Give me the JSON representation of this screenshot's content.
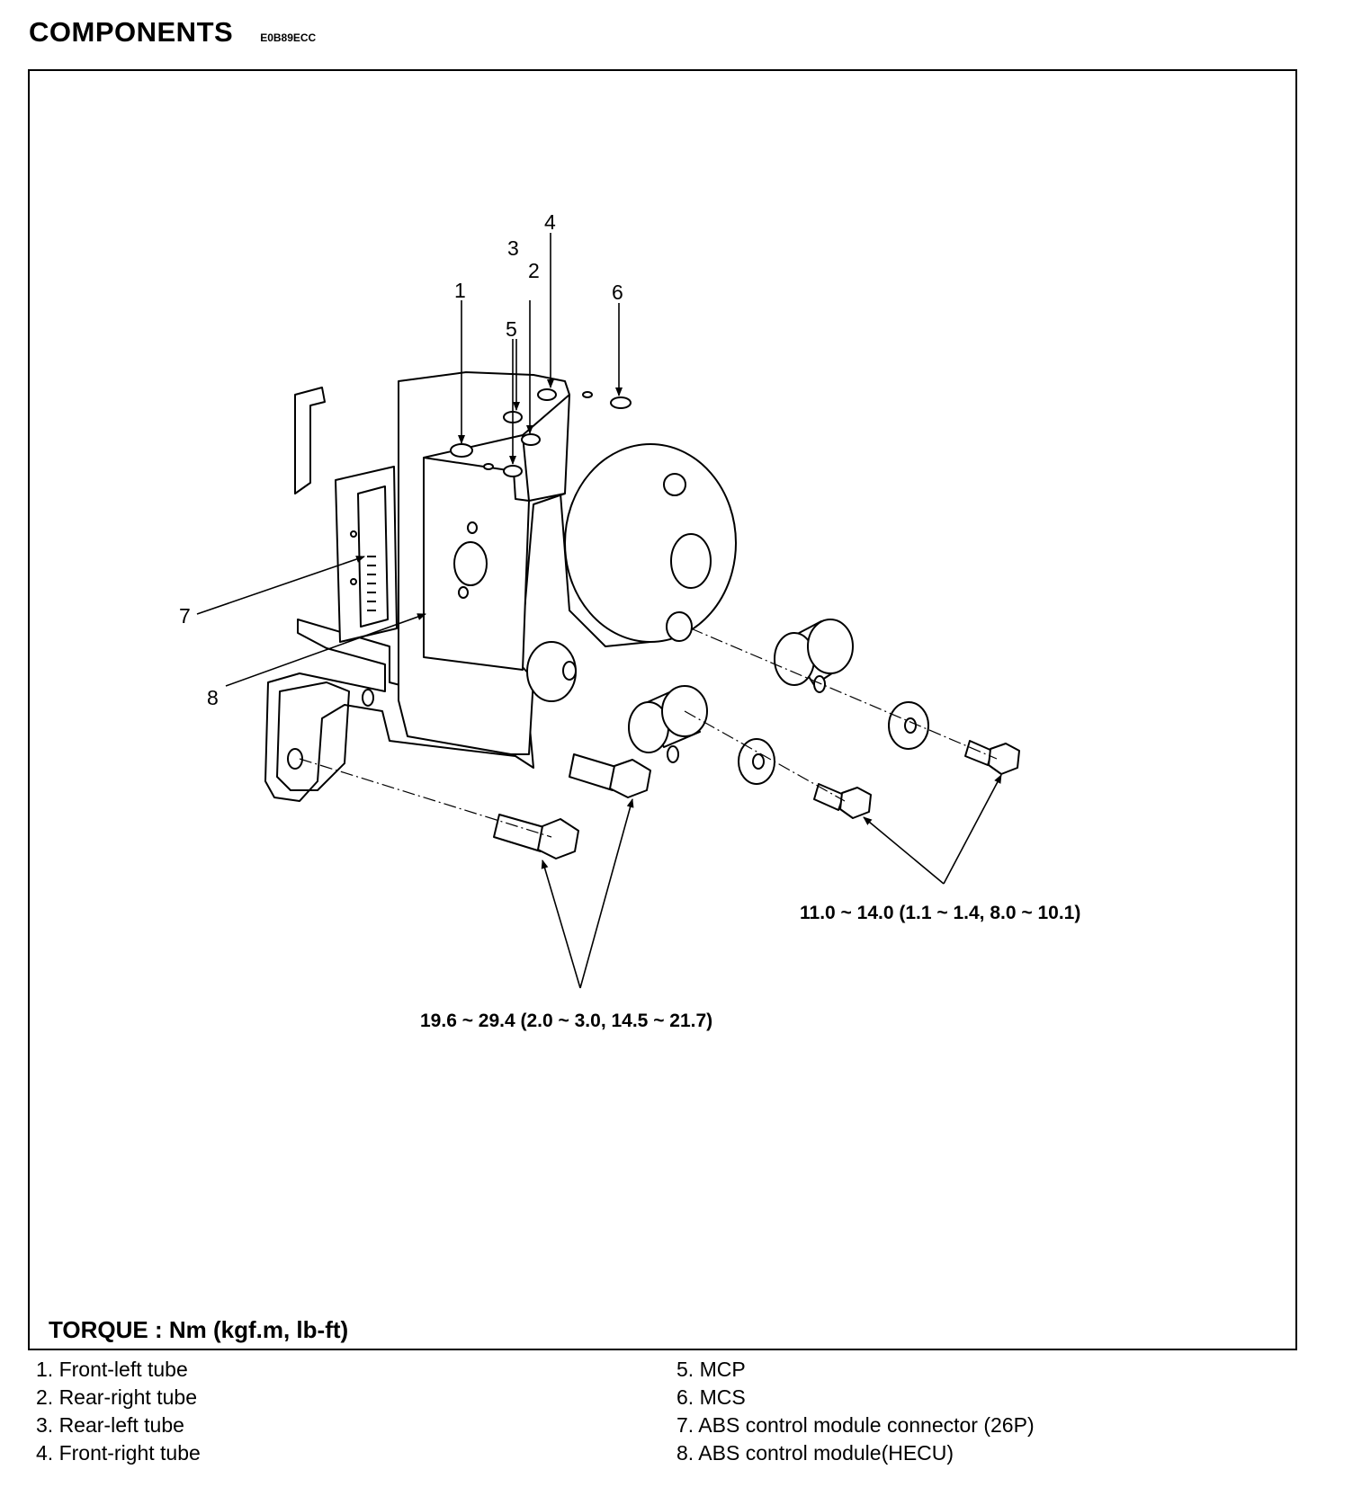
{
  "header": {
    "title": "COMPONENTS",
    "code": "E0B89ECC"
  },
  "callouts": {
    "c1": "1",
    "c2": "2",
    "c3": "3",
    "c4": "4",
    "c5": "5",
    "c6": "6",
    "c7": "7",
    "c8": "8"
  },
  "torque_specs": {
    "small_bolts": "11.0 ~ 14.0 (1.1 ~ 1.4, 8.0 ~ 10.1)",
    "large_bolts": "19.6 ~ 29.4 (2.0 ~ 3.0, 14.5 ~ 21.7)"
  },
  "torque_unit": "TORQUE : Nm (kgf.m, lb-ft)",
  "legend": {
    "left": [
      "1. Front-left tube",
      "2. Rear-right tube",
      "3. Rear-left tube",
      "4. Front-right tube"
    ],
    "right": [
      "5. MCP",
      "6. MCS",
      "7. ABS control module connector (26P)",
      "8. ABS control module(HECU)"
    ]
  }
}
